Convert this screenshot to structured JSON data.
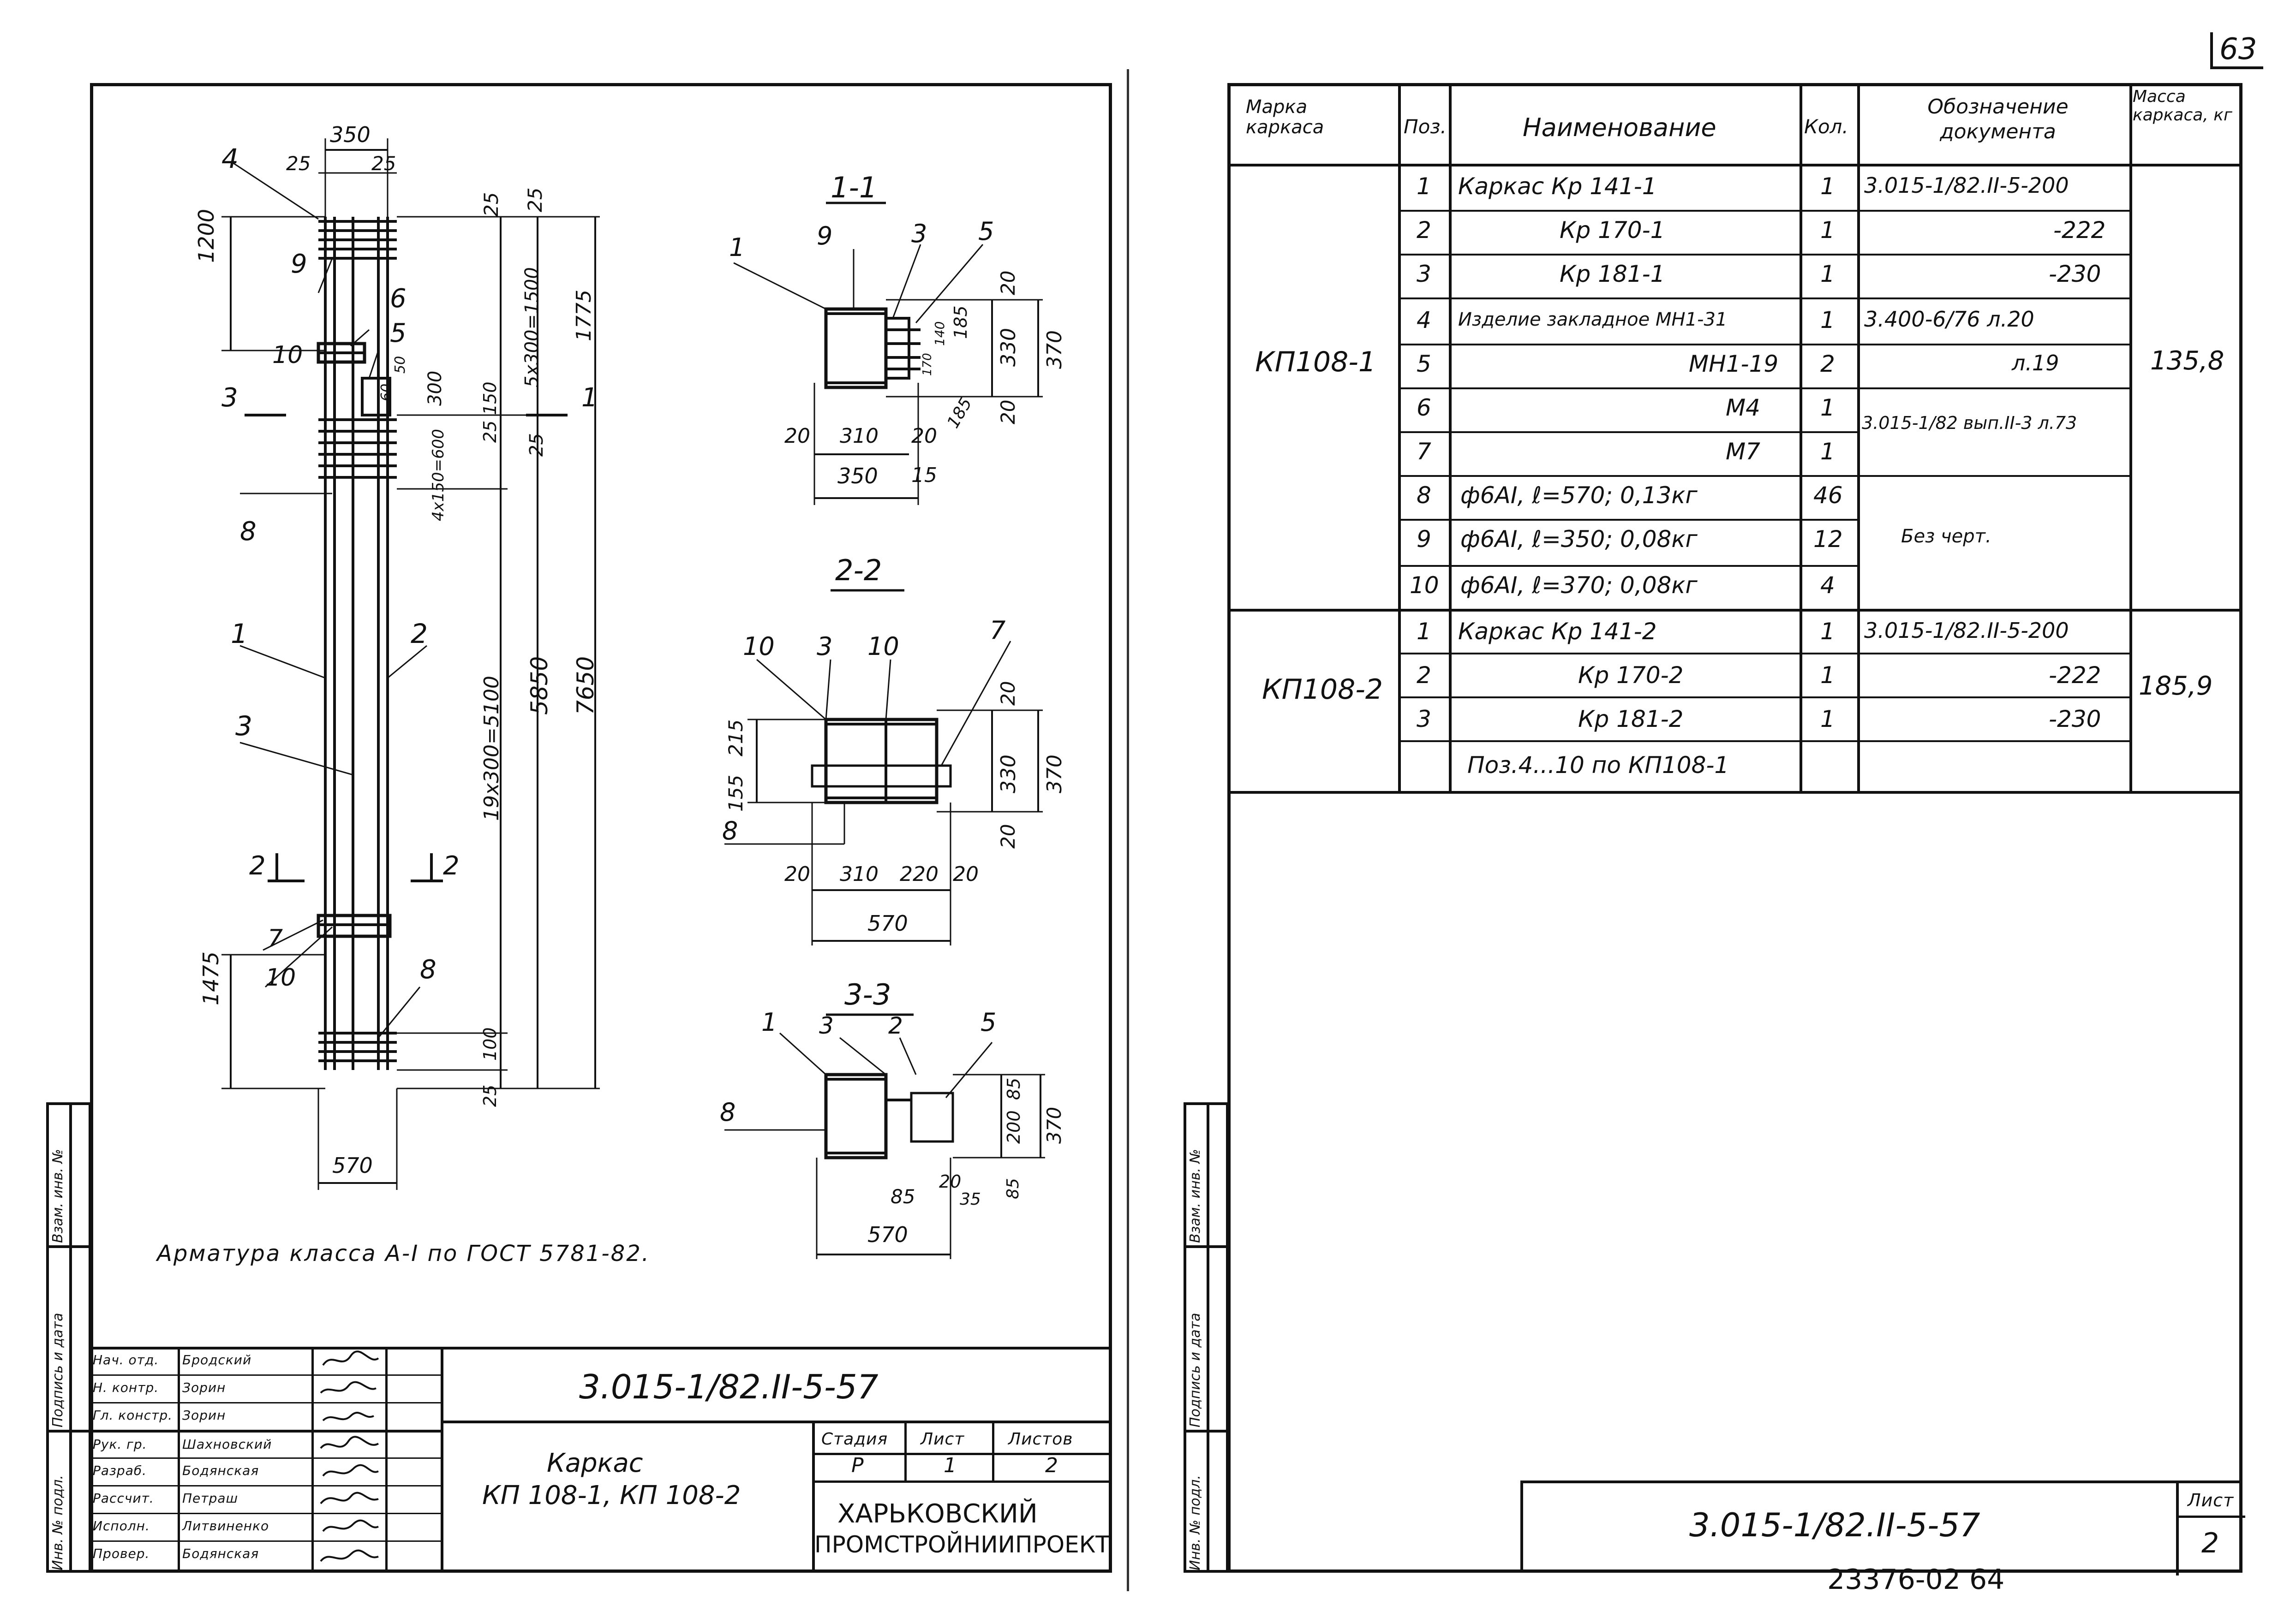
{
  "page_number_top": "63",
  "page_number_bottom": "23376-02 64",
  "left_sheet": {
    "sections": [
      "1-1",
      "2-2",
      "3-3"
    ],
    "note": "Арматура класса А-I по ГОСТ 5781-82.",
    "elevation_dims": {
      "top_width": "350",
      "top_left": "25",
      "top_right": "25",
      "d1200": "1200",
      "d25a": "25",
      "d25b": "25",
      "d5x300": "5x300=1500",
      "d1775": "1775",
      "d300": "300",
      "d150": "150",
      "d60": "60",
      "d50": "50",
      "d25c": "25",
      "d25d": "25",
      "d4x150": "4x150=600",
      "d19x300": "19x300=5100",
      "d5850": "5850",
      "d7650": "7650",
      "d1475": "1475",
      "d100": "100",
      "d25e": "25",
      "bottom_width": "570"
    },
    "elevation_marks": [
      "4",
      "9",
      "6",
      "5",
      "10",
      "3",
      "1",
      "8",
      "1",
      "2",
      "3",
      "2",
      "2",
      "7",
      "10",
      "8"
    ],
    "sec11_dims": [
      "20",
      "185",
      "330",
      "370",
      "20",
      "20",
      "310",
      "20",
      "350",
      "15",
      "170",
      "185",
      "140"
    ],
    "sec11_marks": [
      "1",
      "9",
      "3",
      "5"
    ],
    "sec22_dims": [
      "20",
      "155",
      "215",
      "330",
      "370",
      "20",
      "20",
      "310",
      "220",
      "20",
      "570"
    ],
    "sec22_marks": [
      "10",
      "3",
      "10",
      "7",
      "8"
    ],
    "sec33_dims": [
      "85",
      "200",
      "370",
      "85",
      "20",
      "35",
      "85",
      "570"
    ],
    "sec33_marks": [
      "1",
      "3",
      "2",
      "5",
      "8"
    ]
  },
  "title_block": {
    "doc_code": "3.015-1/82.II-5-57",
    "roles": [
      "Нач. отд.",
      "Н. контр.",
      "Гл. констр.",
      "Рук. гр.",
      "Разраб.",
      "Рассчит.",
      "Исполн.",
      "Провер."
    ],
    "names": [
      "Бродский",
      "Зорин",
      "Зорин",
      "Шахновский",
      "Бодянская",
      "Петраш",
      "Литвиненко",
      "Бодянская"
    ],
    "title_line1": "Каркас",
    "title_line2": "КП 108-1, КП 108-2",
    "stage_label": "Стадия",
    "sheet_label": "Лист",
    "sheets_label": "Листов",
    "stage": "Р",
    "sheet": "1",
    "sheets": "2",
    "org_line1": "ХАРЬКОВСКИЙ",
    "org_line2": "ПРОМСТРОЙНИИПРОЕКТ"
  },
  "side_strip_labels": [
    "Инв. № подл.",
    "Подпись и дата",
    "Взам. инв. №"
  ],
  "spec_table": {
    "headers": {
      "mark": "Марка каркаса",
      "pos": "Поз.",
      "name": "Наименование",
      "qty": "Кол.",
      "doc": "Обозначение документа",
      "mass": "Масса каркаса, кг"
    },
    "groups": [
      {
        "mark": "КП108-1",
        "mass": "135,8",
        "rows": [
          {
            "pos": "1",
            "name": "Каркас Кр 141-1",
            "qty": "1",
            "doc": "3.015-1/82.II-5-200"
          },
          {
            "pos": "2",
            "name": "Кр 170-1",
            "qty": "1",
            "doc": "-222"
          },
          {
            "pos": "3",
            "name": "Кр 181-1",
            "qty": "1",
            "doc": "-230"
          },
          {
            "pos": "4",
            "name": "Изделие закладное МН1-31",
            "qty": "1",
            "doc": "3.400-6/76 л.20"
          },
          {
            "pos": "5",
            "name": "МН1-19",
            "qty": "2",
            "doc": "л.19"
          },
          {
            "pos": "6",
            "name": "М4",
            "qty": "1",
            "doc": "3.015-1/82 вып.II-3 л.73"
          },
          {
            "pos": "7",
            "name": "М7",
            "qty": "1",
            "doc": ""
          },
          {
            "pos": "8",
            "name": "ф6АI, ℓ=570; 0,13кг",
            "qty": "46",
            "doc": "Без черт."
          },
          {
            "pos": "9",
            "name": "ф6АI, ℓ=350; 0,08кг",
            "qty": "12",
            "doc": ""
          },
          {
            "pos": "10",
            "name": "ф6АI, ℓ=370; 0,08кг",
            "qty": "4",
            "doc": ""
          }
        ]
      },
      {
        "mark": "КП108-2",
        "mass": "185,9",
        "rows": [
          {
            "pos": "1",
            "name": "Каркас Кр 141-2",
            "qty": "1",
            "doc": "3.015-1/82.II-5-200"
          },
          {
            "pos": "2",
            "name": "Кр 170-2",
            "qty": "1",
            "doc": "-222"
          },
          {
            "pos": "3",
            "name": "Кр 181-2",
            "qty": "1",
            "doc": "-230"
          },
          {
            "pos": "",
            "name": "Поз.4...10 по КП108-1",
            "qty": "",
            "doc": ""
          }
        ]
      }
    ]
  },
  "right_title_block": {
    "doc_code": "3.015-1/82.II-5-57",
    "sheet_label": "Лист",
    "sheet": "2"
  }
}
